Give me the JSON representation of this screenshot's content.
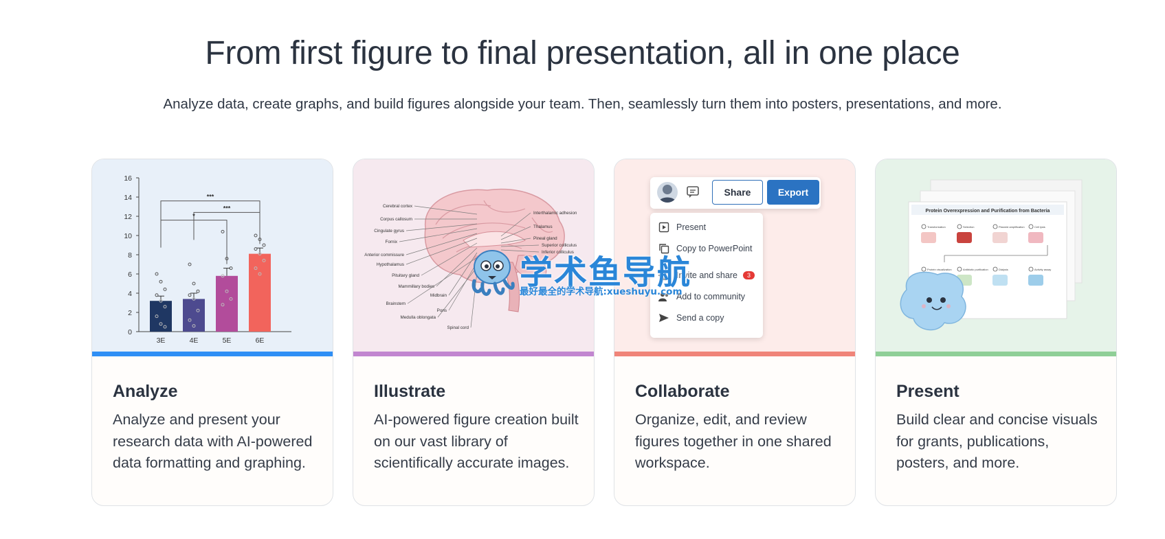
{
  "hero": {
    "title": "From first figure to final presentation, all in one place",
    "subtitle": "Analyze data, create graphs, and build figures alongside your team. Then, seamlessly turn them into posters, presentations, and more."
  },
  "cards": [
    {
      "title": "Analyze",
      "description": "Analyze and present your research data with AI-powered data formatting and graphing.",
      "background": "#e8f0f9",
      "accent": "#2f8ff5"
    },
    {
      "title": "Illustrate",
      "description": "AI-powered figure creation built on our vast library of scientifically accurate images.",
      "background": "#f6e9ef",
      "accent": "#c286d0"
    },
    {
      "title": "Collaborate",
      "description": "Organize, edit, and review figures together in one shared workspace.",
      "background": "#fdecea",
      "accent": "#f08479"
    },
    {
      "title": "Present",
      "description": "Build clear and concise visuals for grants, publications, posters, and more.",
      "background": "#e6f3e9",
      "accent": "#8fcf97"
    }
  ],
  "analyze_chart": {
    "chart_data": {
      "type": "bar",
      "categories": [
        "3E",
        "4E",
        "5E",
        "6E"
      ],
      "values": [
        3.2,
        3.4,
        5.8,
        8.1
      ],
      "errors": [
        0.5,
        0.6,
        0.8,
        0.6
      ],
      "colors": [
        "#1f3763",
        "#4d4a8f",
        "#b24c9b",
        "#f2645c"
      ],
      "ylim": [
        0,
        16
      ],
      "yticks": [
        0,
        2,
        4,
        6,
        8,
        10,
        12,
        14,
        16
      ],
      "significance": [
        "***",
        "***",
        "*"
      ],
      "xlabel": "",
      "ylabel": ""
    }
  },
  "brain_labels": {
    "left": [
      "Cerebral cortex",
      "Corpus callosum",
      "Cingulate gyrus",
      "Fornix",
      "Anterior commissure",
      "Hypothalamus",
      "Pituitary gland",
      "Mammillary bodies",
      "Midbrain",
      "Brainstem",
      "Pons",
      "Medulla oblongata",
      "Spinal cord"
    ],
    "right": [
      "Interthalamic adhesion",
      "Thalamus",
      "Pineal gland",
      "Superior colliculus",
      "Inferior colliculus"
    ]
  },
  "collaborate": {
    "share_label": "Share",
    "export_label": "Export",
    "menu": [
      {
        "label": "Present",
        "icon": "present-icon"
      },
      {
        "label": "Copy to PowerPoint",
        "icon": "copy-icon"
      },
      {
        "label": "Invite and share",
        "icon": "add-person-icon",
        "badge": "3"
      },
      {
        "label": "Add to community",
        "icon": "community-icon"
      },
      {
        "label": "Send a copy",
        "icon": "send-icon"
      }
    ]
  },
  "present": {
    "poster_title": "Protein Overexpression and Purification from Bacteria",
    "steps": [
      "Transformation",
      "Selection",
      "Plasmid amplification",
      "Cell lysis",
      "Protein visualization",
      "Antibiotic purification",
      "Dialysis",
      "Activity assay"
    ]
  },
  "watermark": {
    "big": "学术鱼导航",
    "small": "最好最全的学术导航:xueshuyu.com"
  }
}
